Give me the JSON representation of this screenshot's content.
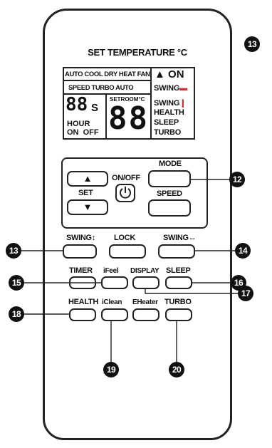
{
  "header": {
    "title": "SET TEMPERATURE  °C"
  },
  "lcd": {
    "row1": "AUTO COOL DRY HEAT FAN",
    "row2": "SPEED  TURBO  AUTO",
    "timer_digits": "88",
    "timer_s": "S",
    "hour": "HOUR",
    "on_off": "ON  OFF",
    "setroom": "SETROOM°C",
    "temp_digits": "88",
    "on_label": "ON",
    "swing1": "SWING",
    "swing2": "SWING",
    "health": "HEALTH",
    "sleep": "SLEEP",
    "turbo": "TURBO"
  },
  "controls": {
    "mode": "MODE",
    "on_off": "ON/OFF",
    "set": "SET",
    "speed": "SPEED",
    "swing_v": "SWING↕",
    "lock": "LOCK",
    "swing_h": "SWING↔",
    "timer": "TIMER",
    "ifeel": "iFeel",
    "display": "DISPLAY",
    "sleep": "SLEEP",
    "health": "HEALTH",
    "iclean": "iClean",
    "eheater": "EHeater",
    "turbo": "TURBO"
  },
  "callouts": {
    "c13_top": "13",
    "c12": "12",
    "c13": "13",
    "c14": "14",
    "c15": "15",
    "c16": "16",
    "c17": "17",
    "c18": "18",
    "c19": "19",
    "c20": "20"
  }
}
